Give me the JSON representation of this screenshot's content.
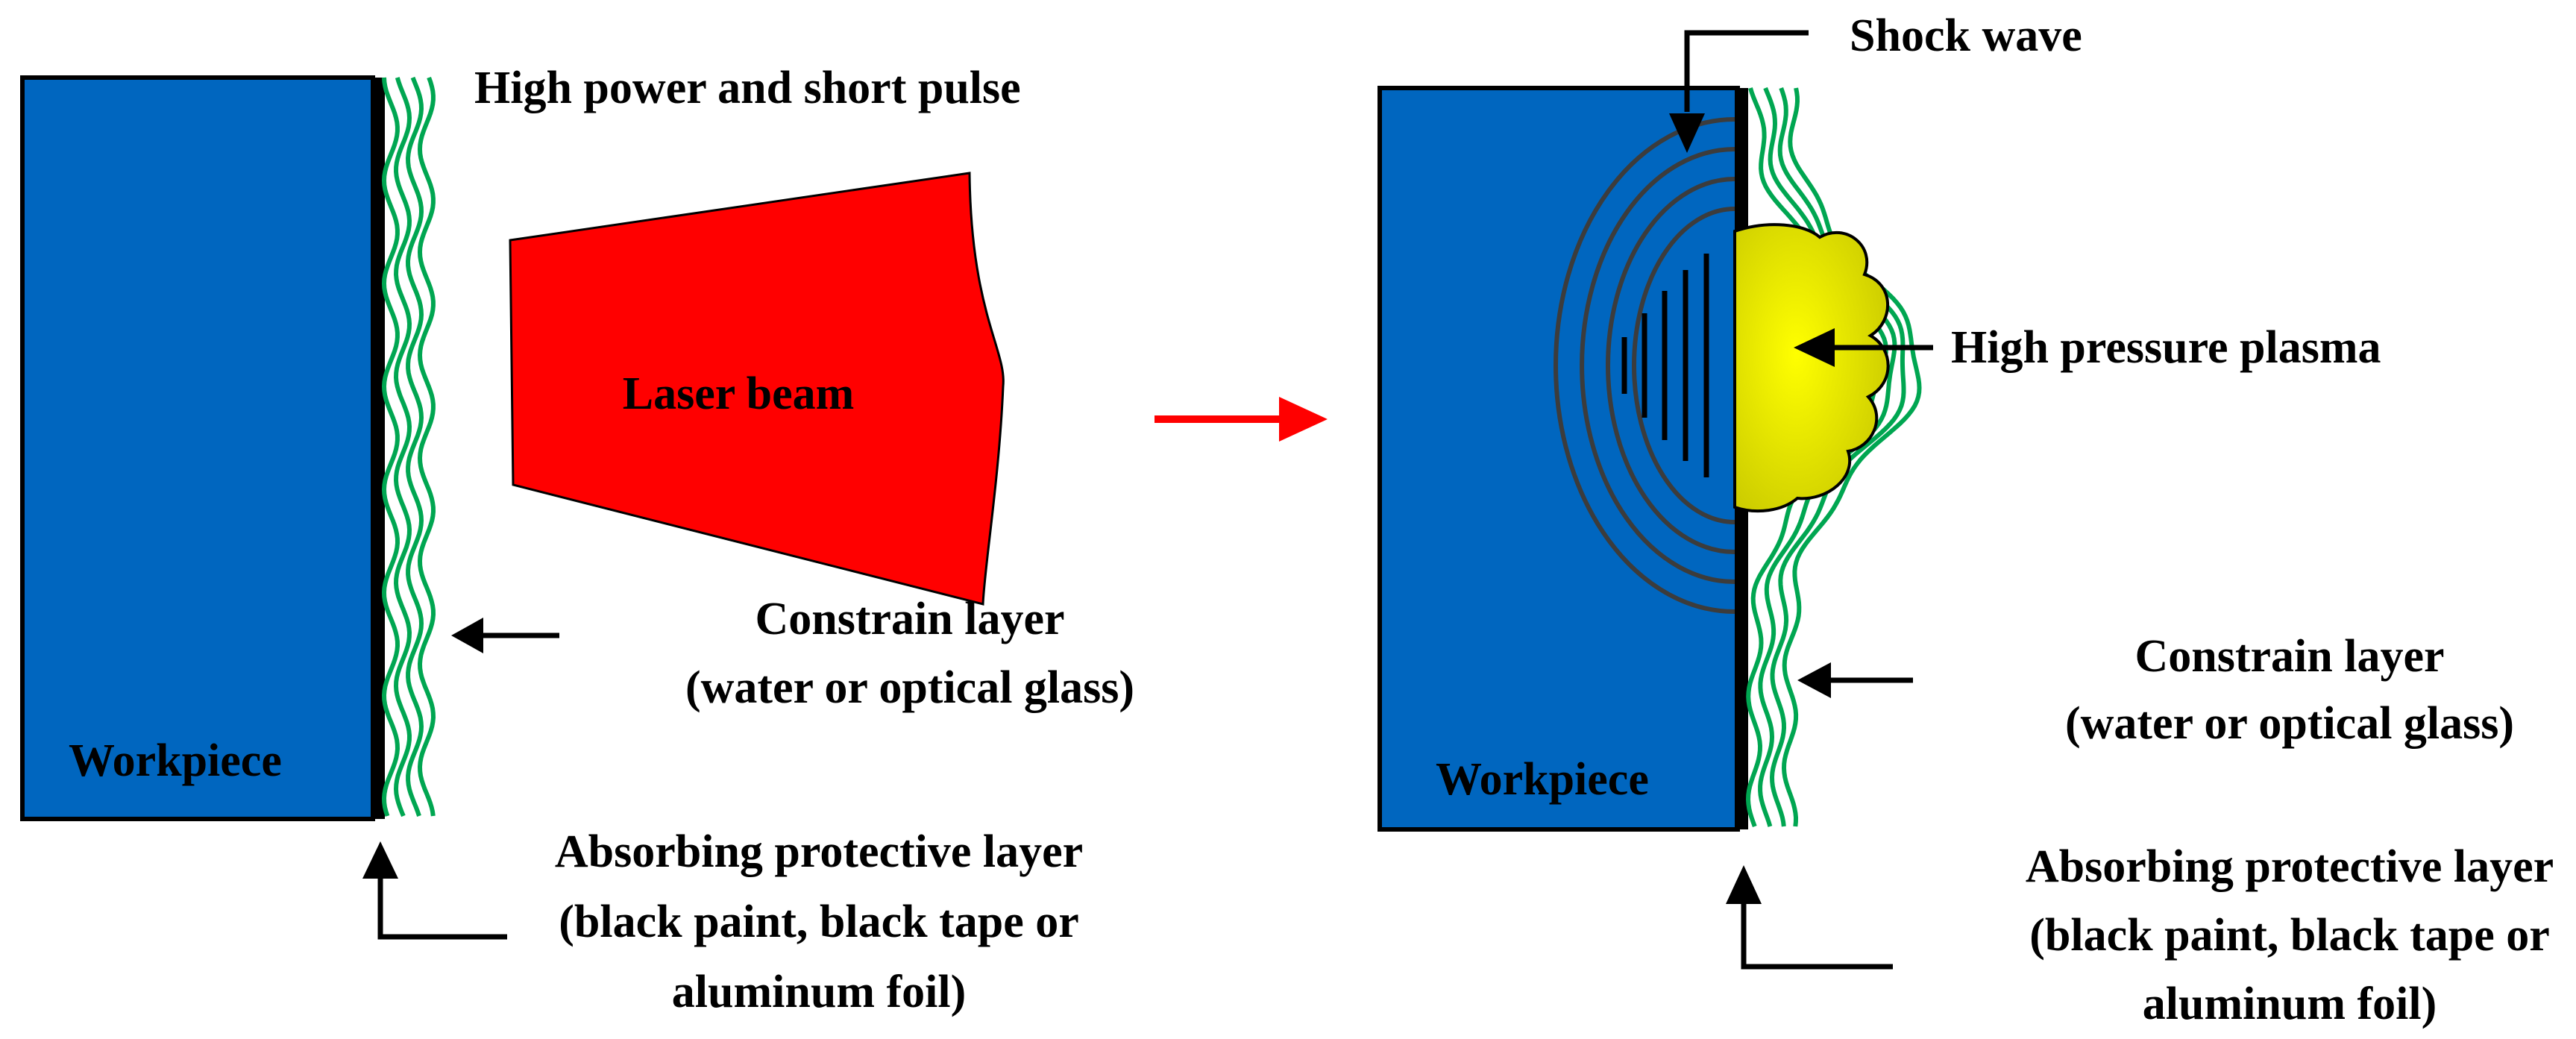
{
  "colors": {
    "workpiece": "#0066BF",
    "laser": "#FF0000",
    "constrain_layer": "#00A651",
    "plasma_start": "#FFFF00",
    "plasma_end": "#C8C800",
    "shock_wave": "#3C3C3C",
    "arrow": "#000000",
    "transition_arrow": "#FF0000"
  },
  "left_panel": {
    "workpiece_label": "Workpiece",
    "laser_label": "Laser beam",
    "pulse_label": "High power and short pulse",
    "constrain_label_1": "Constrain layer",
    "constrain_label_2": "(water or optical glass)",
    "absorbing_label_1": "Absorbing protective layer",
    "absorbing_label_2": "(black paint, black tape or",
    "absorbing_label_3": "aluminum foil)"
  },
  "right_panel": {
    "workpiece_label": "Workpiece",
    "shock_label": "Shock wave",
    "plasma_label": "High pressure plasma",
    "constrain_label_1": "Constrain layer",
    "constrain_label_2": "(water or optical glass)",
    "absorbing_label_1": "Absorbing protective layer",
    "absorbing_label_2": "(black paint, black tape or",
    "absorbing_label_3": "aluminum foil)"
  }
}
